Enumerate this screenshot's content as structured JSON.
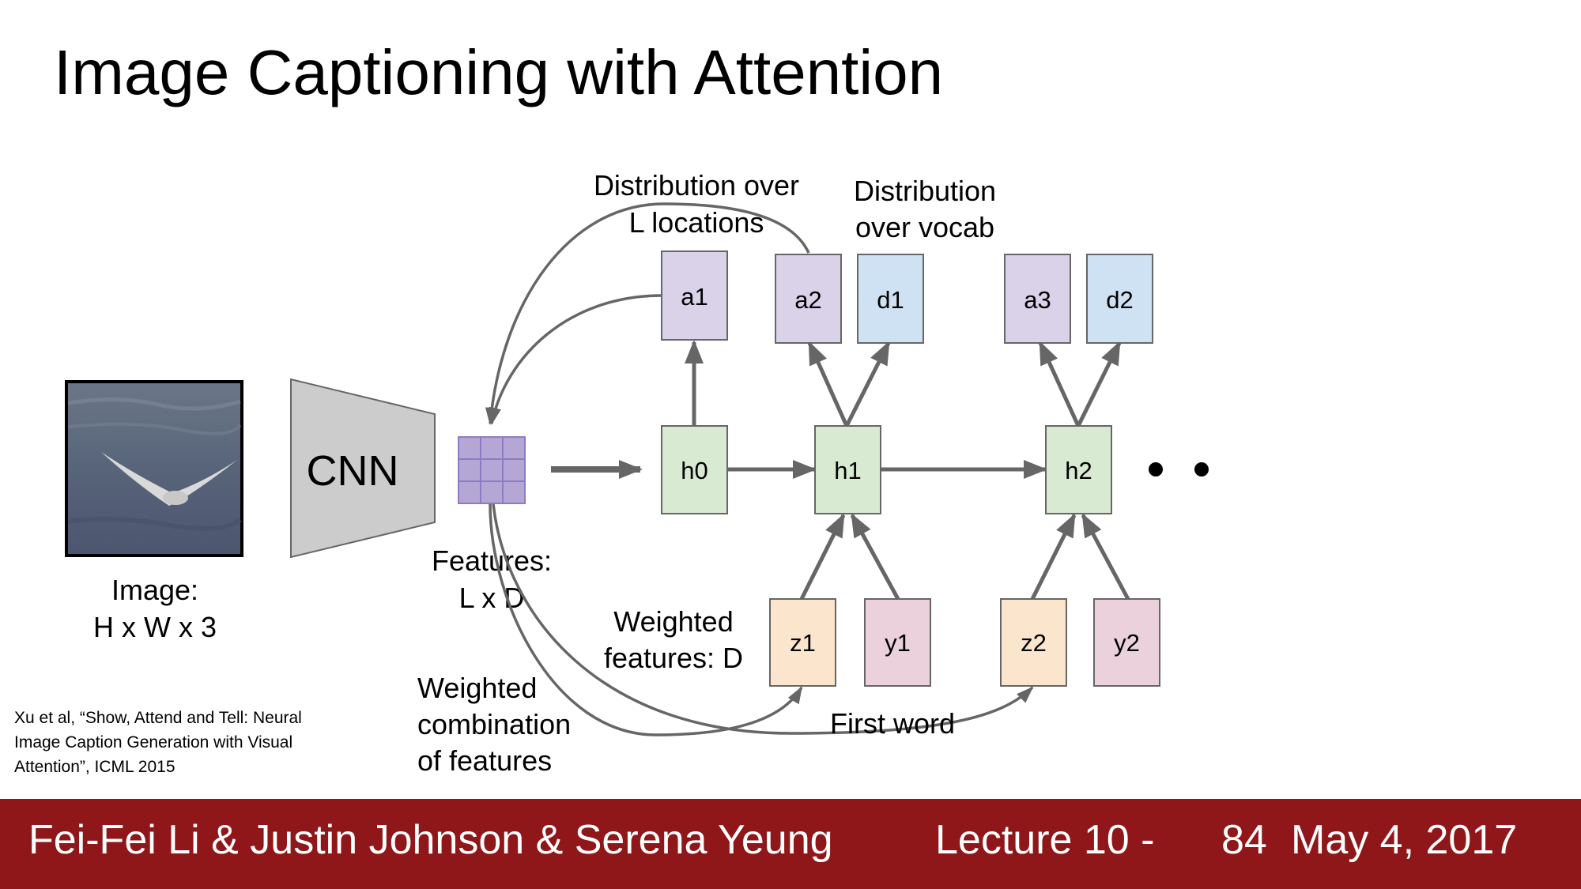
{
  "slide": {
    "title": "Image Captioning with Attention",
    "citation": [
      "Xu et al, “Show, Attend and Tell: Neural",
      "Image Caption Generation with Visual",
      "Attention”, ICML 2015"
    ]
  },
  "diagram": {
    "image_label": [
      "Image:",
      "H x W x 3"
    ],
    "cnn_label": "CNN",
    "features_label": [
      "Features:",
      "L x D"
    ],
    "dist_locations_label": [
      "Distribution over",
      "L locations"
    ],
    "dist_vocab_label": [
      "Distribution",
      "over vocab"
    ],
    "weighted_features_label": [
      "Weighted",
      "features: D"
    ],
    "weighted_combination_label": [
      "Weighted",
      "combination",
      "of features"
    ],
    "first_word_label": "First word",
    "nodes": {
      "a1": "a1",
      "a2": "a2",
      "d1": "d1",
      "a3": "a3",
      "d2": "d2",
      "h0": "h0",
      "h1": "h1",
      "h2": "h2",
      "z1": "z1",
      "y1": "y1",
      "z2": "z2",
      "y2": "y2"
    },
    "colors": {
      "attention": "#d9d2e9",
      "vocab": "#cfe2f3",
      "hidden": "#d9ead3",
      "context": "#fce5cd",
      "word": "#ead1dc",
      "features": "#b4a7d6",
      "cnn": "#cccccc",
      "arrow": "#666666"
    }
  },
  "footer": {
    "authors": "Fei-Fei Li & Justin Johnson & Serena Yeung",
    "lecture": "Lecture 10 -",
    "page": "84",
    "date": "May 4, 2017"
  }
}
